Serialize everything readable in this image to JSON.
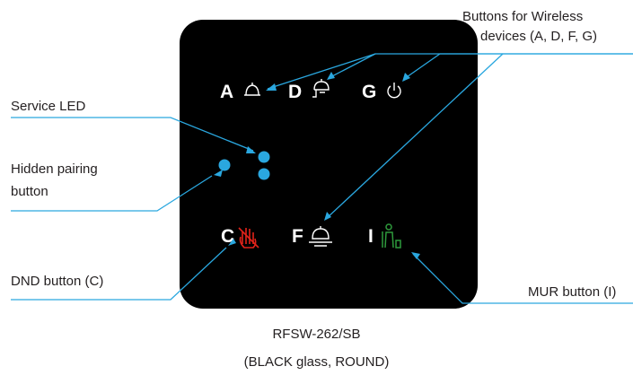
{
  "labels": {
    "wireless_line1": "Buttons for Wireless",
    "wireless_line2": "devices (A, D, F, G)",
    "service_led": "Service LED",
    "hidden_pairing_line1": "Hidden pairing",
    "hidden_pairing_line2": "button",
    "dnd_button": "DND button (C)",
    "mur_button": "MUR button (I)"
  },
  "buttons": {
    "a": "A",
    "d": "D",
    "g": "G",
    "c": "C",
    "f": "F",
    "i": "I"
  },
  "caption": {
    "model": "RFSW-262/SB",
    "variant": "(BLACK glass, ROUND)"
  },
  "colors": {
    "panel": "#000000",
    "leader_line": "#2aa7df",
    "led": "#2aa7df",
    "icon_white": "#ffffff",
    "dnd_red": "#e2231a",
    "mur_green": "#2e9a3c"
  },
  "icons": {
    "a": "bell-icon",
    "d": "room-service-icon",
    "g": "power-icon",
    "c": "do-not-disturb-hand-icon",
    "f": "serving-cloche-icon",
    "i": "housekeeping-icon"
  }
}
